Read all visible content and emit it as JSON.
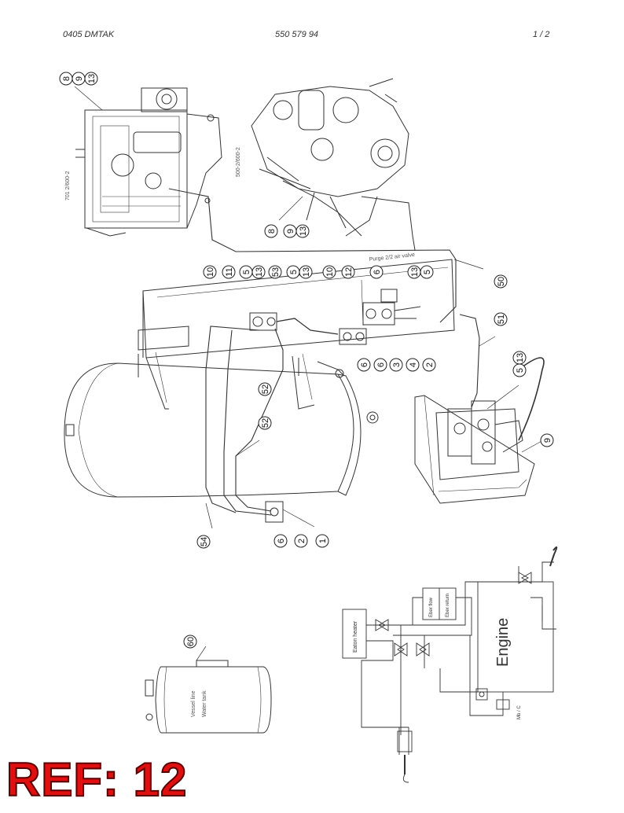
{
  "header": {
    "left": "0405 DMTAK",
    "center": "550 579 94",
    "right": "1 /   2"
  },
  "engine_labels": {
    "left_view": "701 2/600-2",
    "right_view": "500-2/600-2"
  },
  "callouts": {
    "top_left": [
      "8",
      "9",
      "13"
    ],
    "engine_right": [
      "8",
      "9",
      "13"
    ],
    "row_top": [
      "10",
      "11",
      "5",
      "13",
      "53",
      "5",
      "13",
      "10",
      "12",
      "6",
      "13",
      "5"
    ],
    "row_bottom": [
      "6",
      "6",
      "3",
      "4",
      "2"
    ],
    "c50": "50",
    "c51": "51",
    "c513": [
      "5",
      "13"
    ],
    "c9": "9",
    "c52a": "52",
    "c52b": "52",
    "c54": "54",
    "bottom_row": [
      "6",
      "2",
      "1"
    ],
    "c60": "60"
  },
  "valve_plate_text": "Purge 2/2 air valve",
  "schematic": {
    "engine": "Engine",
    "heater": "Eaton heater",
    "eber_top": "Eber flow",
    "eber_return": "Eber return",
    "gauge_label": "Mb / C"
  },
  "tank": {
    "line1": "Vessel line",
    "line2": "Water tank"
  },
  "ref": "REF: 12"
}
